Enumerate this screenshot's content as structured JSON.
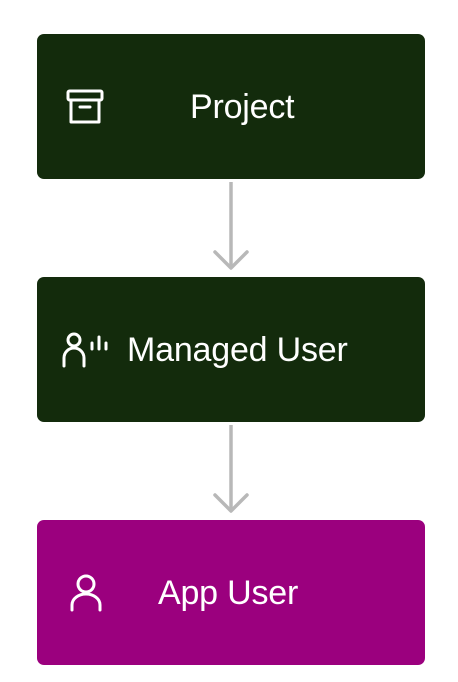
{
  "colors": {
    "project_fill": "#132b0c",
    "managed_user_fill": "#132b0c",
    "app_user_fill": "#9b007e",
    "connector": "#b8b8b8",
    "text": "#ffffff"
  },
  "nodes": {
    "project": {
      "label": "Project",
      "icon": "archive-box-icon"
    },
    "managed_user": {
      "label": "Managed User",
      "icon": "user-with-bars-icon"
    },
    "app_user": {
      "label": "App User",
      "icon": "user-icon"
    }
  },
  "edges": [
    {
      "from": "project",
      "to": "managed_user"
    },
    {
      "from": "managed_user",
      "to": "app_user"
    }
  ]
}
